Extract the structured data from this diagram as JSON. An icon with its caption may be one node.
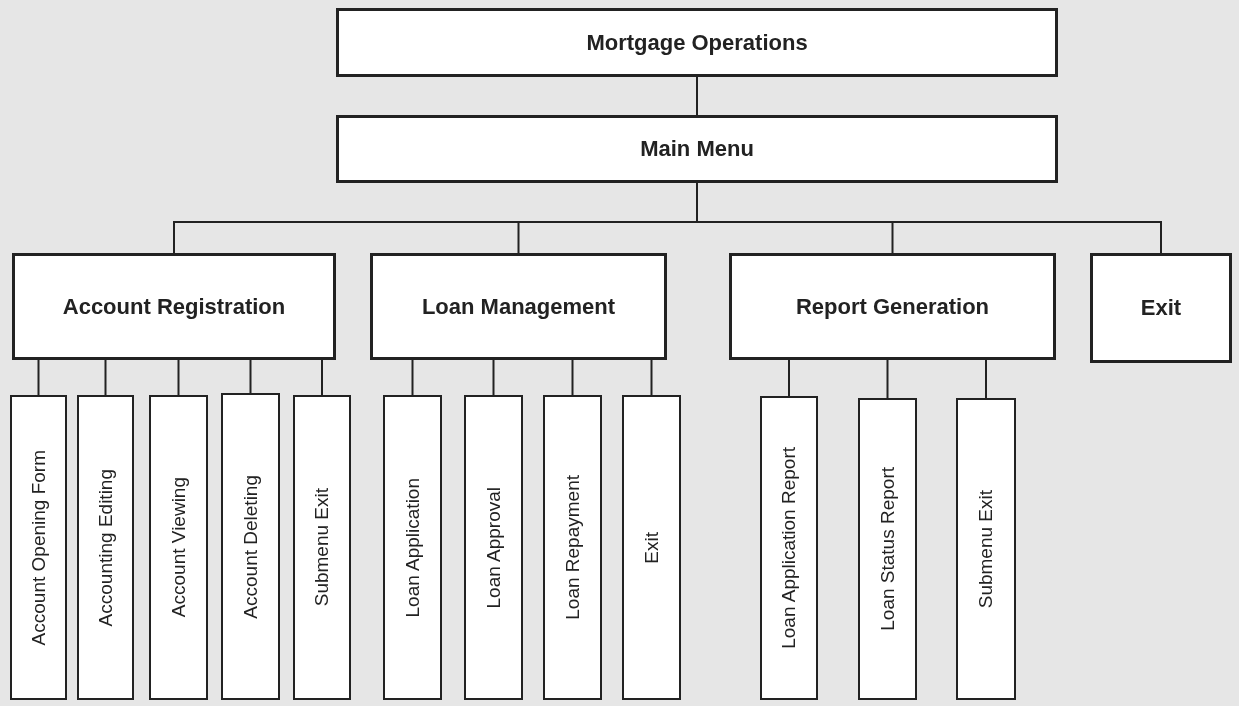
{
  "diagram": {
    "nodes": [
      {
        "text": [
          "Mortgage Operations"
        ]
      },
      {
        "text": [
          "Main Menu"
        ]
      },
      {
        "text": [
          "Account Registration"
        ]
      },
      {
        "text": [
          "Loan Management"
        ]
      },
      {
        "text": [
          "Report Generation"
        ]
      },
      {
        "text": [
          "Exit"
        ]
      },
      {
        "text": [
          "Account Opening Form"
        ]
      },
      {
        "text": [
          "Accounting Editing"
        ]
      },
      {
        "text": [
          "Account Viewing"
        ]
      },
      {
        "text": [
          "Account Deleting"
        ]
      },
      {
        "text": [
          "Submenu Exit"
        ]
      },
      {
        "text": [
          "Loan Application"
        ]
      },
      {
        "text": [
          "Loan Approval"
        ]
      },
      {
        "text": [
          "Loan Repayment"
        ]
      },
      {
        "text": [
          "Exit"
        ]
      },
      {
        "text": [
          "Loan Application Report"
        ]
      },
      {
        "text": [
          "Loan Status Report"
        ]
      },
      {
        "text": [
          "Submenu Exit"
        ]
      }
    ],
    "edges": [
      {
        "from": 0,
        "to": 1,
        "arrow": "none"
      },
      {
        "from": 1,
        "to": 2,
        "arrow": "none"
      },
      {
        "from": 1,
        "to": 3,
        "arrow": "none"
      },
      {
        "from": 1,
        "to": 4,
        "arrow": "none"
      },
      {
        "from": 1,
        "to": 5,
        "arrow": "none"
      },
      {
        "from": 2,
        "to": 6,
        "arrow": "none"
      },
      {
        "from": 2,
        "to": 7,
        "arrow": "none"
      },
      {
        "from": 2,
        "to": 8,
        "arrow": "none"
      },
      {
        "from": 2,
        "to": 9,
        "arrow": "none"
      },
      {
        "from": 2,
        "to": 10,
        "arrow": "none"
      },
      {
        "from": 3,
        "to": 11,
        "arrow": "none"
      },
      {
        "from": 3,
        "to": 12,
        "arrow": "none"
      },
      {
        "from": 3,
        "to": 13,
        "arrow": "none"
      },
      {
        "from": 3,
        "to": 14,
        "arrow": "none"
      },
      {
        "from": 4,
        "to": 15,
        "arrow": "none"
      },
      {
        "from": 4,
        "to": 16,
        "arrow": "none"
      },
      {
        "from": 4,
        "to": 17,
        "arrow": "none"
      }
    ]
  }
}
